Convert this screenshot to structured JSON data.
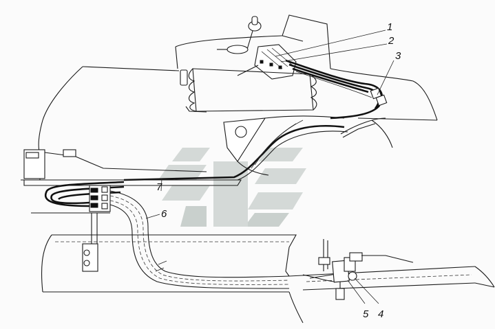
{
  "diagram": {
    "callouts": [
      {
        "id": "1",
        "text": "1"
      },
      {
        "id": "2",
        "text": "2"
      },
      {
        "id": "3",
        "text": "3"
      },
      {
        "id": "4",
        "text": "4"
      },
      {
        "id": "5",
        "text": "5"
      },
      {
        "id": "6",
        "text": "6"
      },
      {
        "id": "7",
        "text": "7"
      }
    ]
  },
  "colors": {
    "line": "#1a1a1a",
    "background": "#fbfbfb",
    "watermark": "#d4d9d7"
  }
}
